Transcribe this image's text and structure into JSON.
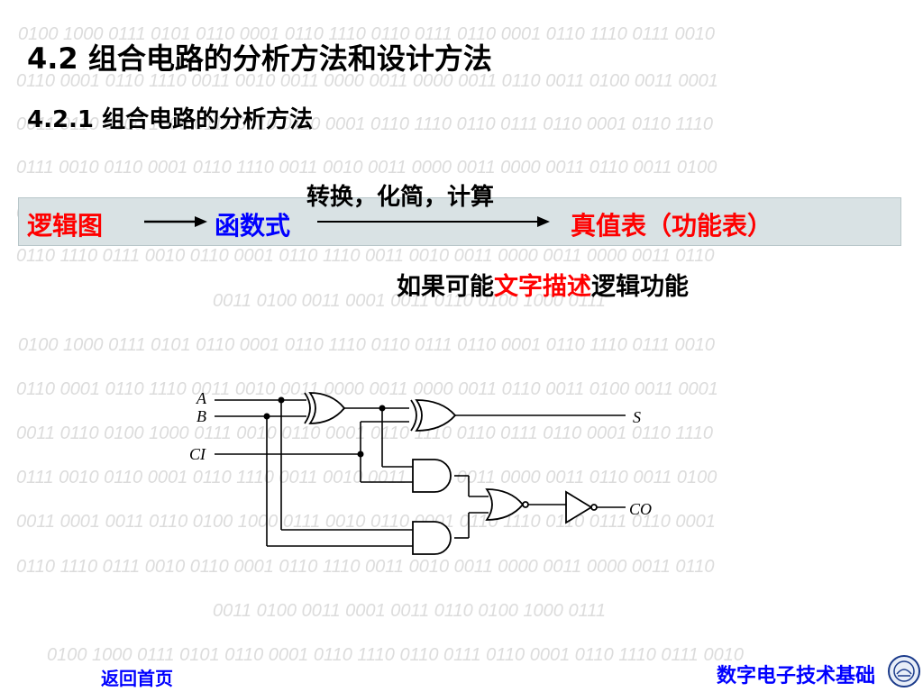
{
  "background_binary_lines": [
    "0100 1000 0111 0101 0110 0001 0110 1110 0110 0111 0110 0001 0110 1110 0111 0010",
    "0110 0001 0110 1110 0011 0010 0011 0000 0011 0000 0011 0110 0011 0100 0011 0001",
    "0011 0110 0100 1000 0111 0010 0110 0001 0110 1110 0110 0111 0110 0001 0110 1110",
    "0111 0010 0110 0001 0110 1110 0011 0010 0011 0000 0011 0000 0011 0110 0011 0100",
    "0011 0001 0011 0110 0100 1000 0111 0010 0110 0001 0110 1110 0110 0111 0110 0001",
    "0110 1110 0111 0010 0110 0001 0110 1110 0011 0010 0011 0000 0011 0000 0011 0110",
    "0011 0100 0011 0001 0011 0110 0100 1000 0111"
  ],
  "title": "4.2  组合电路的分析方法和设计方法",
  "subtitle": "4.2.1 组合电路的分析方法",
  "flow": {
    "transform_label": "转换，化简，计算",
    "logic_diagram": "逻辑图",
    "function_expr": "函数式",
    "truth_table": "真值表（功能表）"
  },
  "description": {
    "before": "如果可能",
    "highlight": "文字描述",
    "after": "逻辑功能"
  },
  "circuit": {
    "inputs": [
      "A",
      "B",
      "CI"
    ],
    "outputs": [
      "S",
      "CO"
    ]
  },
  "footer": {
    "back_home": "返回首页",
    "course_name": "数字电子技术基础"
  },
  "colors": {
    "red": "#ff0000",
    "blue": "#0000ff",
    "band": "#d9e2e4",
    "watermark": "#dcdcdc"
  }
}
